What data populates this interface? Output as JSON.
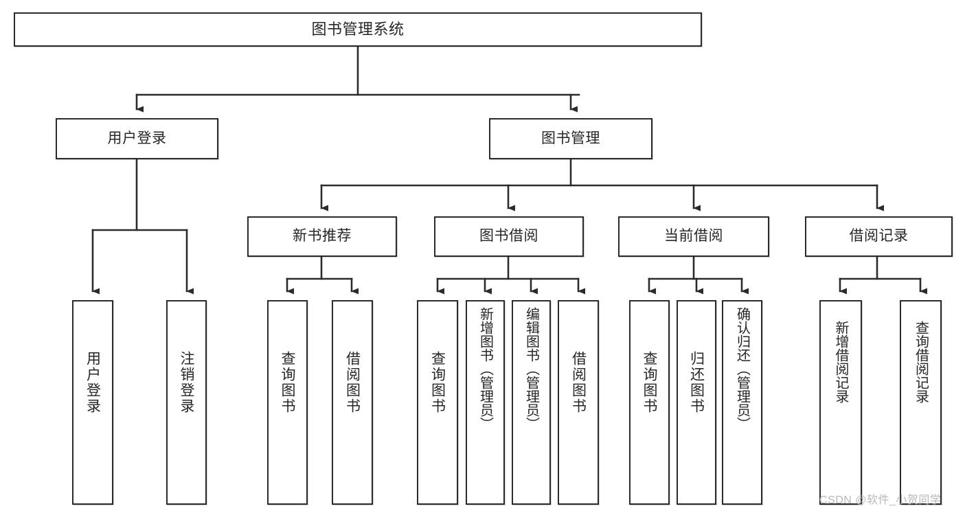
{
  "diagram": {
    "title": "图书管理系统",
    "type": "hierarchy-tree",
    "watermark": "CSDN @软件_小贺同学",
    "colors": {
      "border": "#2b2b2b",
      "text": "#262626",
      "background": "#ffffff",
      "edge": "#2b2b2b",
      "watermark": "#b8b8b8"
    },
    "nodes": {
      "root": {
        "label": "图书管理系统",
        "level": 0
      },
      "level1": [
        {
          "id": "user-login",
          "label": "用户登录"
        },
        {
          "id": "book-management",
          "label": "图书管理"
        }
      ],
      "level2": [
        {
          "id": "new-book-recommend",
          "label": "新书推荐",
          "parent": "book-management"
        },
        {
          "id": "book-borrow",
          "label": "图书借阅",
          "parent": "book-management"
        },
        {
          "id": "current-borrow",
          "label": "当前借阅",
          "parent": "book-management"
        },
        {
          "id": "borrow-record",
          "label": "借阅记录",
          "parent": "book-management"
        }
      ],
      "leaves": {
        "user-login": [
          {
            "id": "leaf-user-login",
            "label": "用户登录"
          },
          {
            "id": "leaf-logout-login",
            "label": "注销登录"
          }
        ],
        "new-book-recommend": [
          {
            "id": "leaf-query-book-1",
            "label": "查询图书"
          },
          {
            "id": "leaf-borrow-book-1",
            "label": "借阅图书"
          }
        ],
        "book-borrow": [
          {
            "id": "leaf-query-book-2",
            "label": "查询图书"
          },
          {
            "id": "leaf-add-book",
            "label": "新增图书（管理员）"
          },
          {
            "id": "leaf-edit-book",
            "label": "编辑图书（管理员）"
          },
          {
            "id": "leaf-borrow-book-2",
            "label": "借阅图书"
          }
        ],
        "current-borrow": [
          {
            "id": "leaf-query-book-3",
            "label": "查询图书"
          },
          {
            "id": "leaf-return-book",
            "label": "归还图书"
          },
          {
            "id": "leaf-confirm-return",
            "label": "确认归还（管理员）"
          }
        ],
        "borrow-record": [
          {
            "id": "leaf-add-record",
            "label": "新增借阅记录"
          },
          {
            "id": "leaf-query-record",
            "label": "查询借阅记录"
          }
        ]
      }
    }
  }
}
